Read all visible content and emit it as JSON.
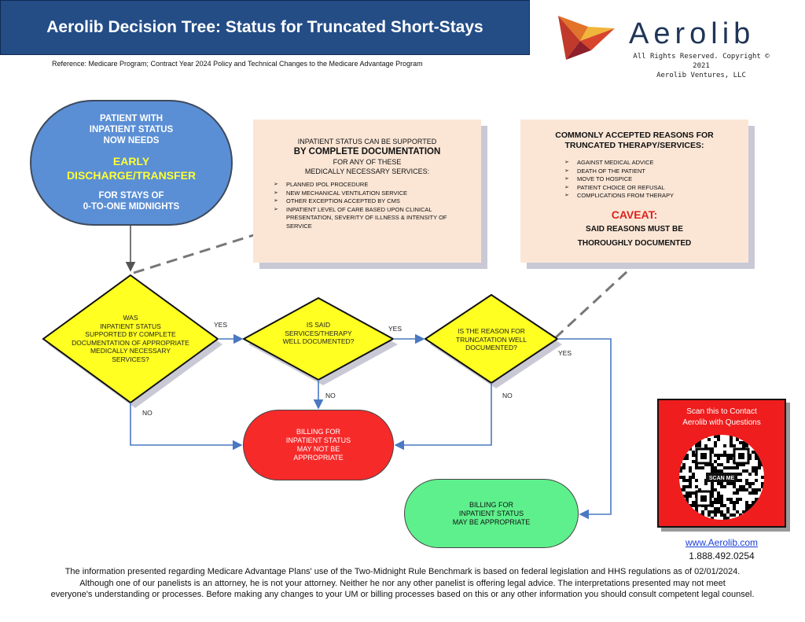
{
  "header": {
    "title": "Aerolib Decision Tree:  Status for Truncated Short-Stays",
    "reference": "Reference: Medicare Program; Contract Year 2024 Policy and Technical Changes to the Medicare Advantage Program"
  },
  "brand": {
    "name": "Aerolib",
    "copyright": "All Rights Reserved. Copyright © 2021",
    "company": "Aerolib Ventures, LLC",
    "logo_icon": "origami-bird-logo"
  },
  "start": {
    "line1": "PATIENT WITH",
    "line2": "INPATIENT STATUS",
    "line3": "NOW NEEDS",
    "emph1": "EARLY",
    "emph2": "DISCHARGE/TRANSFER",
    "line4": "FOR STAYS OF",
    "line5": "0-TO-ONE MIDNIGHTS"
  },
  "note1": {
    "line1": "INPATIENT STATUS CAN BE  SUPPORTED",
    "bold": "BY COMPLETE DOCUMENTATION",
    "line2": "FOR ANY OF THESE",
    "line3": "MEDICALLY NECESSARY SERVICES:",
    "items": [
      "PLANNED IPOL PROCEDURE",
      "NEW MECHANICAL VENTILATION SERVICE",
      "OTHER EXCEPTION ACCEPTED BY CMS",
      "INPATIENT LEVEL OF CARE BASED UPON CLINICAL PRESENTATION, SEVERITY OF ILLNESS & INTENSITY OF SERVICE"
    ]
  },
  "note2": {
    "title1": "COMMONLY ACCEPTED REASONS FOR",
    "title2": "TRUNCATED THERAPY/SERVICES:",
    "items": [
      "AGAINST MEDICAL ADVICE",
      "DEATH OF THE PATIENT",
      "MOVE TO HOSPICE",
      "PATIENT CHOICE OR REFUSAL",
      "COMPLICATIONS FROM THERAPY"
    ],
    "caveat_title": "CAVEAT:",
    "caveat_line1": "SAID REASONS MUST BE",
    "caveat_line2": "THOROUGHLY DOCUMENTED"
  },
  "decisions": [
    {
      "lines": [
        "WAS",
        "INPATIENT STATUS",
        "SUPPORTED BY COMPLETE",
        "DOCUMENTATION OF APPROPRIATE",
        "MEDICALLY NECESSARY",
        "SERVICES?"
      ]
    },
    {
      "lines": [
        "IS SAID",
        "SERVICES/THERAPY",
        "WELL DOCUMENTED?"
      ]
    },
    {
      "lines": [
        "IS THE REASON FOR",
        "TRUNCATATION WELL",
        "DOCUMENTED?"
      ]
    }
  ],
  "labels": {
    "yes": "YES",
    "no": "NO"
  },
  "outcomes": {
    "red": [
      "BILLING FOR",
      "INPATIENT STATUS",
      "MAY NOT BE",
      "APPROPRIATE"
    ],
    "green": [
      "BILLING FOR",
      "INPATIENT STATUS",
      "MAY BE APPROPRIATE"
    ]
  },
  "qr": {
    "line1": "Scan this to Contact",
    "line2": "Aerolib with Questions",
    "badge": "SCAN ME",
    "website": "www.Aerolib.com",
    "phone": "1.888.492.0254"
  },
  "footer": {
    "line1": "The information presented regarding Medicare Advantage Plans' use of the Two-Midnight Rule Benchmark is based on federal legislation and HHS regulations as of 02/01/2024.",
    "line2": "Although one of our panelists is an attorney, he is not your attorney. Neither he nor any other panelist is offering legal advice. The interpretations presented may not meet",
    "line3": "everyone's understanding or processes. Before making any changes to your UM or billing processes based on this or any other information you should consult competent legal counsel."
  },
  "colors": {
    "title_bar": "#244d86",
    "start_oval": "#5b8fd5",
    "decision": "#ffff22",
    "red_outcome": "#f72a2a",
    "green_outcome": "#5ef08c",
    "note": "#fbe6d6",
    "connector": "#4a78c2"
  }
}
